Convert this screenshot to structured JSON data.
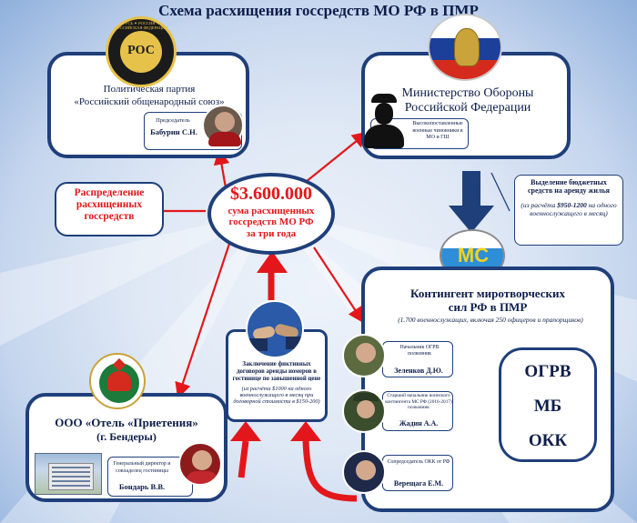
{
  "title": "Схема расхищения госсредств МО РФ в ПМР",
  "party": {
    "logo_text": "РОС",
    "logo_ring": "РУСЬ ✦ РОССИЯ ✦ РОССИЙСКАЯ ФЕДЕРАЦИЯ",
    "line1": "Политическая партия",
    "line2": "«Российский общенародный союз»",
    "person_role": "Председатель",
    "person_name": "Бабурин С.Н."
  },
  "ministry": {
    "line1": "Министерство Обороны",
    "line2": "Российской Федерации",
    "person_role": "Высокопоставленные военные чиновники в МО и ГШ"
  },
  "distribution": {
    "text": "Распределение расхищенных госсредств"
  },
  "center": {
    "amount": "$3.600.000",
    "line1": "сума расхищенных",
    "line2": "госсредств МО РФ",
    "line3": "за три года"
  },
  "budget": {
    "line1": "Выделение бюджетных средств на аренду жилья",
    "note_pre": "(из расчёта ",
    "note_value": "$950-1200",
    "note_post": " на одного военнослужащего в месяц)"
  },
  "ms_logo": "МС",
  "contingent": {
    "line1": "Контингент миротворческих",
    "line2": "сил РФ в ПМР",
    "note": "(1.700 военнослужащих, включая 250 офицеров и прапорщиков)"
  },
  "officers": [
    {
      "role": "Начальник ОГРВ полковник",
      "name": "Зеленков Д.Ю."
    },
    {
      "role": "Старший начальник воинского контингента МС РФ (2016-2017) полковник",
      "name": "Жадин А.А."
    },
    {
      "role": "Сопредседатель ОКК от РФ",
      "name": "Верещага Е.М."
    }
  ],
  "units": [
    "ОГРВ",
    "МБ",
    "ОКК"
  ],
  "contracts": {
    "line1": "Заключение фиктивных договоров аренды номеров в гостинице по завышенной цене",
    "note": "(из расчёта $1000 на одного военнослужащего в месяц при договорной стоимости в $150-200)"
  },
  "hotel": {
    "line1": "ООО «Отель «Приетения»",
    "line2": "(г. Бендеры)",
    "person_role": "Генеральный директор и совладелец гостиницы",
    "person_name": "Бондарь В.В."
  },
  "colors": {
    "navy": "#1f3f7a",
    "red": "#e3171b",
    "background": "#c6d6ee"
  }
}
